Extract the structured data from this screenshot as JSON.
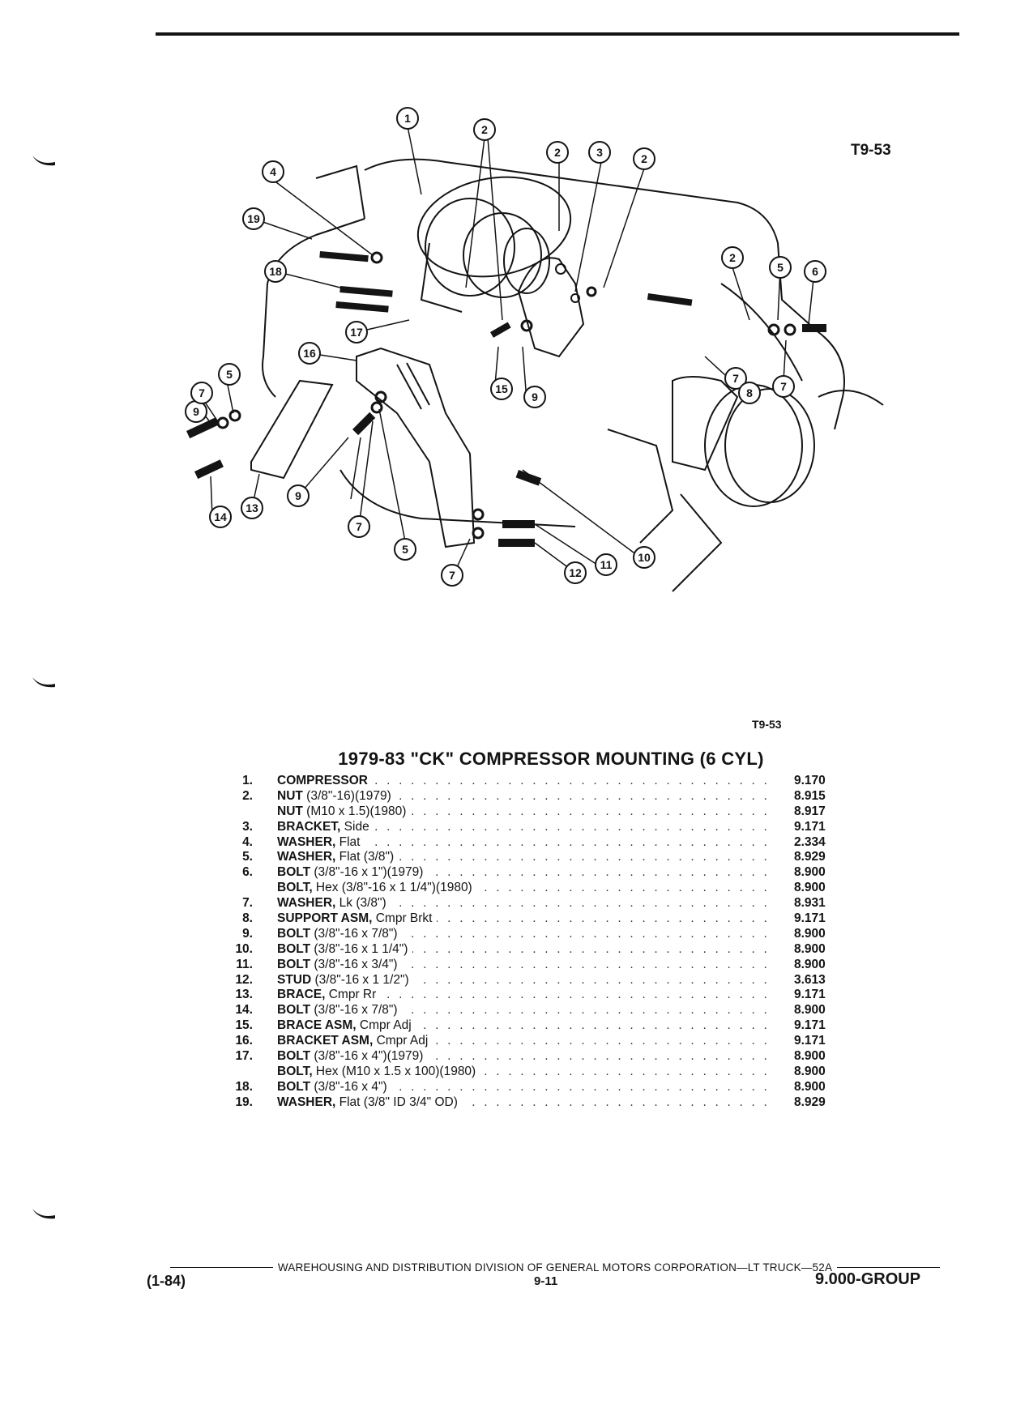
{
  "figure_code": "T9-53",
  "figure_code_bottom": "T9-53",
  "title": "1979-83 \"CK\" COMPRESSOR MOUNTING (6 CYL)",
  "callouts": [
    "1",
    "2",
    "2",
    "3",
    "2",
    "4",
    "19",
    "18",
    "17",
    "16",
    "15",
    "9",
    "7",
    "5",
    "14",
    "13",
    "9",
    "7",
    "5",
    "7",
    "9",
    "7",
    "8",
    "7",
    "2",
    "5",
    "6",
    "10",
    "11",
    "12"
  ],
  "parts": [
    {
      "num": "1.",
      "name": "COMPRESSOR",
      "desc": "",
      "group": "9.170"
    },
    {
      "num": "2.",
      "name": "NUT",
      "desc": " (3/8\"-16)(1979)",
      "group": "8.915"
    },
    {
      "num": "",
      "name": "NUT",
      "desc": " (M10 x 1.5)(1980)",
      "group": "8.917"
    },
    {
      "num": "3.",
      "name": "BRACKET,",
      "desc": " Side",
      "group": "9.171"
    },
    {
      "num": "4.",
      "name": "WASHER,",
      "desc": " Flat",
      "group": "2.334"
    },
    {
      "num": "5.",
      "name": "WASHER,",
      "desc": " Flat (3/8\")",
      "group": "8.929"
    },
    {
      "num": "6.",
      "name": "BOLT",
      "desc": " (3/8\"-16 x 1\")(1979)",
      "group": "8.900"
    },
    {
      "num": "",
      "name": "BOLT,",
      "desc": " Hex (3/8\"-16 x 1 1/4\")(1980)",
      "group": "8.900"
    },
    {
      "num": "7.",
      "name": "WASHER,",
      "desc": " Lk (3/8\")",
      "group": "8.931"
    },
    {
      "num": "8.",
      "name": "SUPPORT ASM,",
      "desc": " Cmpr Brkt",
      "group": "9.171"
    },
    {
      "num": "9.",
      "name": "BOLT",
      "desc": " (3/8\"-16 x 7/8\")",
      "group": "8.900"
    },
    {
      "num": "10.",
      "name": "BOLT",
      "desc": " (3/8\"-16 x 1 1/4\")",
      "group": "8.900"
    },
    {
      "num": "11.",
      "name": "BOLT",
      "desc": " (3/8\"-16 x 3/4\")",
      "group": "8.900"
    },
    {
      "num": "12.",
      "name": "STUD",
      "desc": " (3/8\"-16 x 1 1/2\")",
      "group": "3.613"
    },
    {
      "num": "13.",
      "name": "BRACE,",
      "desc": " Cmpr Rr",
      "group": "9.171"
    },
    {
      "num": "14.",
      "name": "BOLT",
      "desc": " (3/8\"-16 x 7/8\")",
      "group": "8.900"
    },
    {
      "num": "15.",
      "name": "BRACE ASM,",
      "desc": " Cmpr Adj",
      "group": "9.171"
    },
    {
      "num": "16.",
      "name": "BRACKET ASM,",
      "desc": " Cmpr Adj",
      "group": "9.171"
    },
    {
      "num": "17.",
      "name": "BOLT",
      "desc": " (3/8\"-16 x 4\")(1979)",
      "group": "8.900"
    },
    {
      "num": "",
      "name": "BOLT,",
      "desc": " Hex (M10 x 1.5 x 100)(1980)",
      "group": "8.900"
    },
    {
      "num": "18.",
      "name": "BOLT",
      "desc": " (3/8\"-16 x 4\")",
      "group": "8.900"
    },
    {
      "num": "19.",
      "name": "WASHER,",
      "desc": " Flat (3/8\" ID 3/4\" OD)",
      "group": "8.929"
    }
  ],
  "footer": {
    "division": "WAREHOUSING AND DISTRIBUTION DIVISION OF GENERAL MOTORS CORPORATION—LT TRUCK—52A",
    "date": "(1-84)",
    "page": "9-11",
    "group": "9.000-GROUP"
  },
  "colors": {
    "ink": "#141414",
    "paper": "#ffffff"
  }
}
